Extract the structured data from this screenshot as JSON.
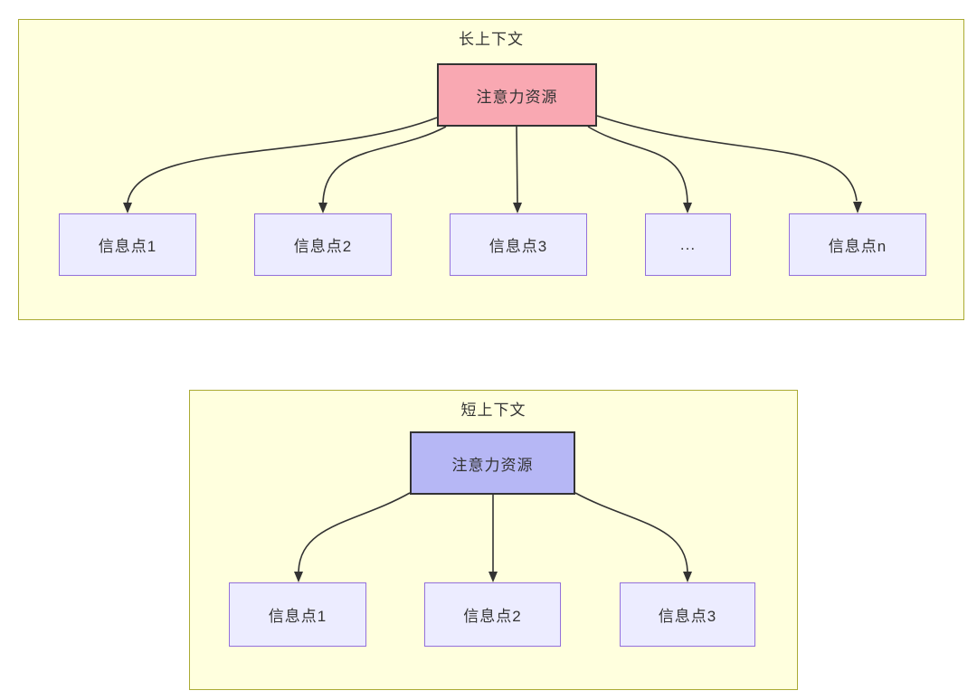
{
  "diagram": {
    "type": "flowchart",
    "colors": {
      "cluster_fill": "#ffffde",
      "cluster_border": "#aaaa33",
      "leaf_fill": "#ECECFF",
      "leaf_border": "#9370DB",
      "root_long_fill": "#f9a8b2",
      "root_short_fill": "#b6b7f5",
      "root_border": "#333333",
      "arrow": "#333333",
      "text": "#333333"
    },
    "sections": [
      {
        "title": "长上下文",
        "root": {
          "label": "注意力资源"
        },
        "children": [
          {
            "label": "信息点1"
          },
          {
            "label": "信息点2"
          },
          {
            "label": "信息点3"
          },
          {
            "label": "..."
          },
          {
            "label": "信息点n"
          }
        ]
      },
      {
        "title": "短上下文",
        "root": {
          "label": "注意力资源"
        },
        "children": [
          {
            "label": "信息点1"
          },
          {
            "label": "信息点2"
          },
          {
            "label": "信息点3"
          }
        ]
      }
    ]
  }
}
